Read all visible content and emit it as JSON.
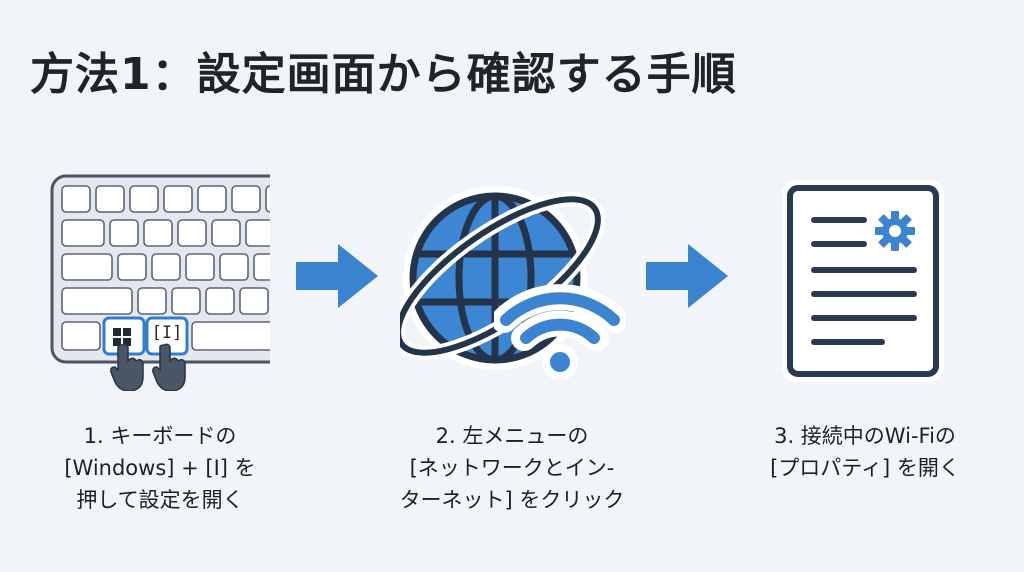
{
  "title": "方法1：設定画面から確認する手順",
  "keys": {
    "windows_key": "",
    "i_key": "[I]"
  },
  "steps": [
    {
      "lines": [
        "1. キーボードの",
        "[Windows] + [I] を",
        "押して設定を開く"
      ]
    },
    {
      "lines": [
        "2. 左メニューの",
        "[ネットワークとイン-",
        "ターネット] をクリック"
      ]
    },
    {
      "lines": [
        "3. 接続中のWi-Fiの",
        "[プロパティ] を開く"
      ]
    }
  ],
  "colors": {
    "background": "#f1f4f8",
    "accent_blue": "#3a84d2",
    "arrow_blue": "#3a84cf",
    "outline_navy": "#2a3a52"
  },
  "icons": [
    "keyboard-icon",
    "windows-logo-icon",
    "hand-pointer-icon",
    "globe-icon",
    "wifi-icon",
    "settings-document-icon",
    "gear-icon",
    "arrow-right-icon"
  ]
}
